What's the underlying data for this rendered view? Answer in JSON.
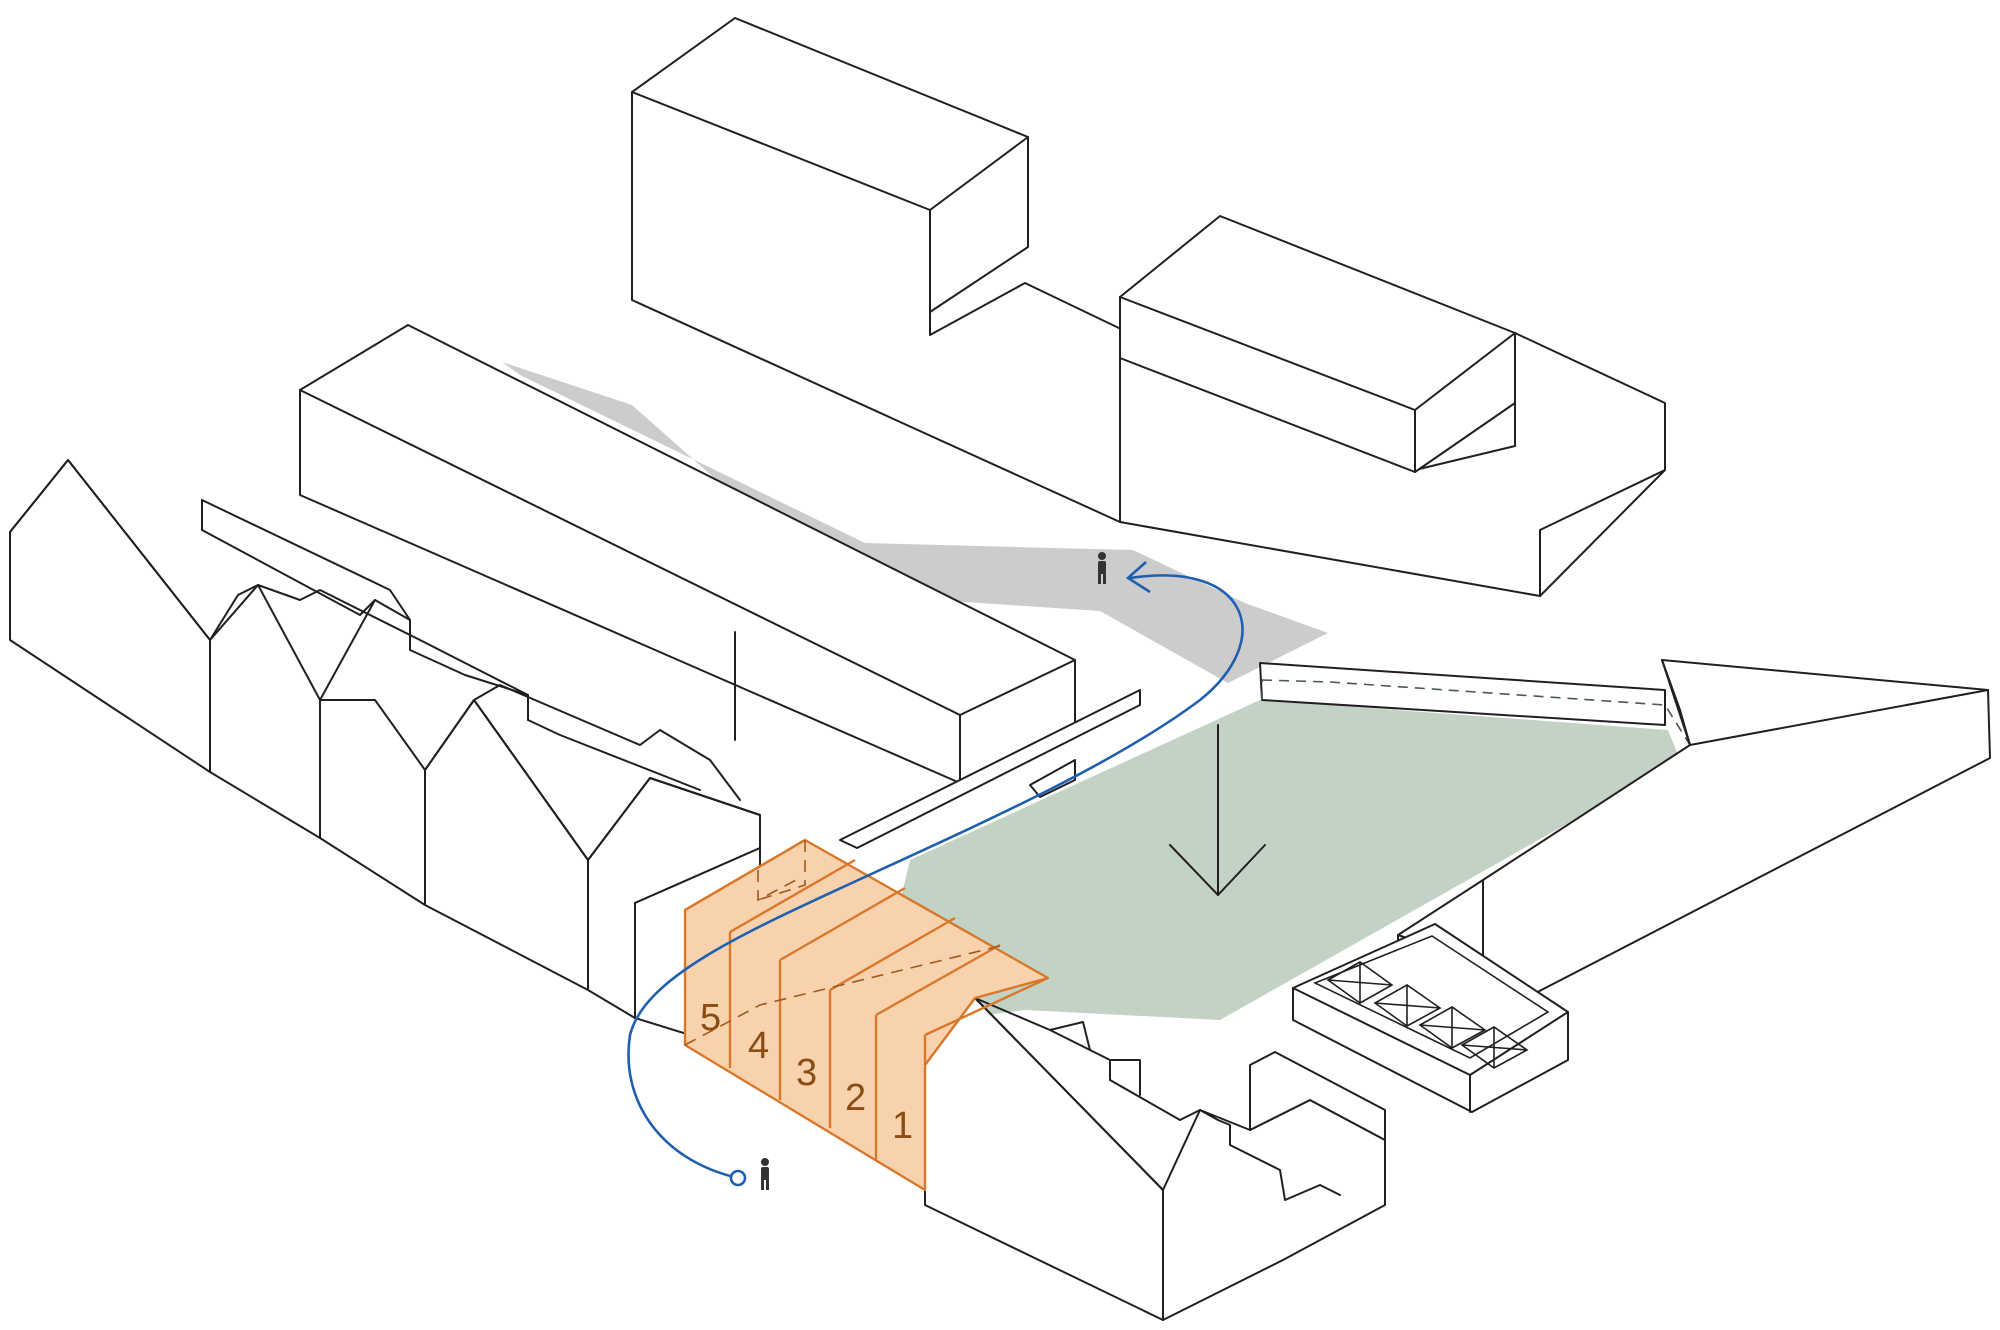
{
  "diagram": {
    "unit_labels": [
      "5",
      "4",
      "3",
      "2",
      "1"
    ],
    "colors": {
      "courtyard": "#c2d3c5",
      "units_fill": "#f8d2ad",
      "units_stroke": "#d9782b",
      "unit_numbers": "#8a4d14",
      "path": "#1f5fae",
      "shadow": "#cccccc",
      "outline": "#231f20"
    },
    "icons": [
      "person-icon-top",
      "person-icon-bottom",
      "down-arrow-icon"
    ]
  }
}
